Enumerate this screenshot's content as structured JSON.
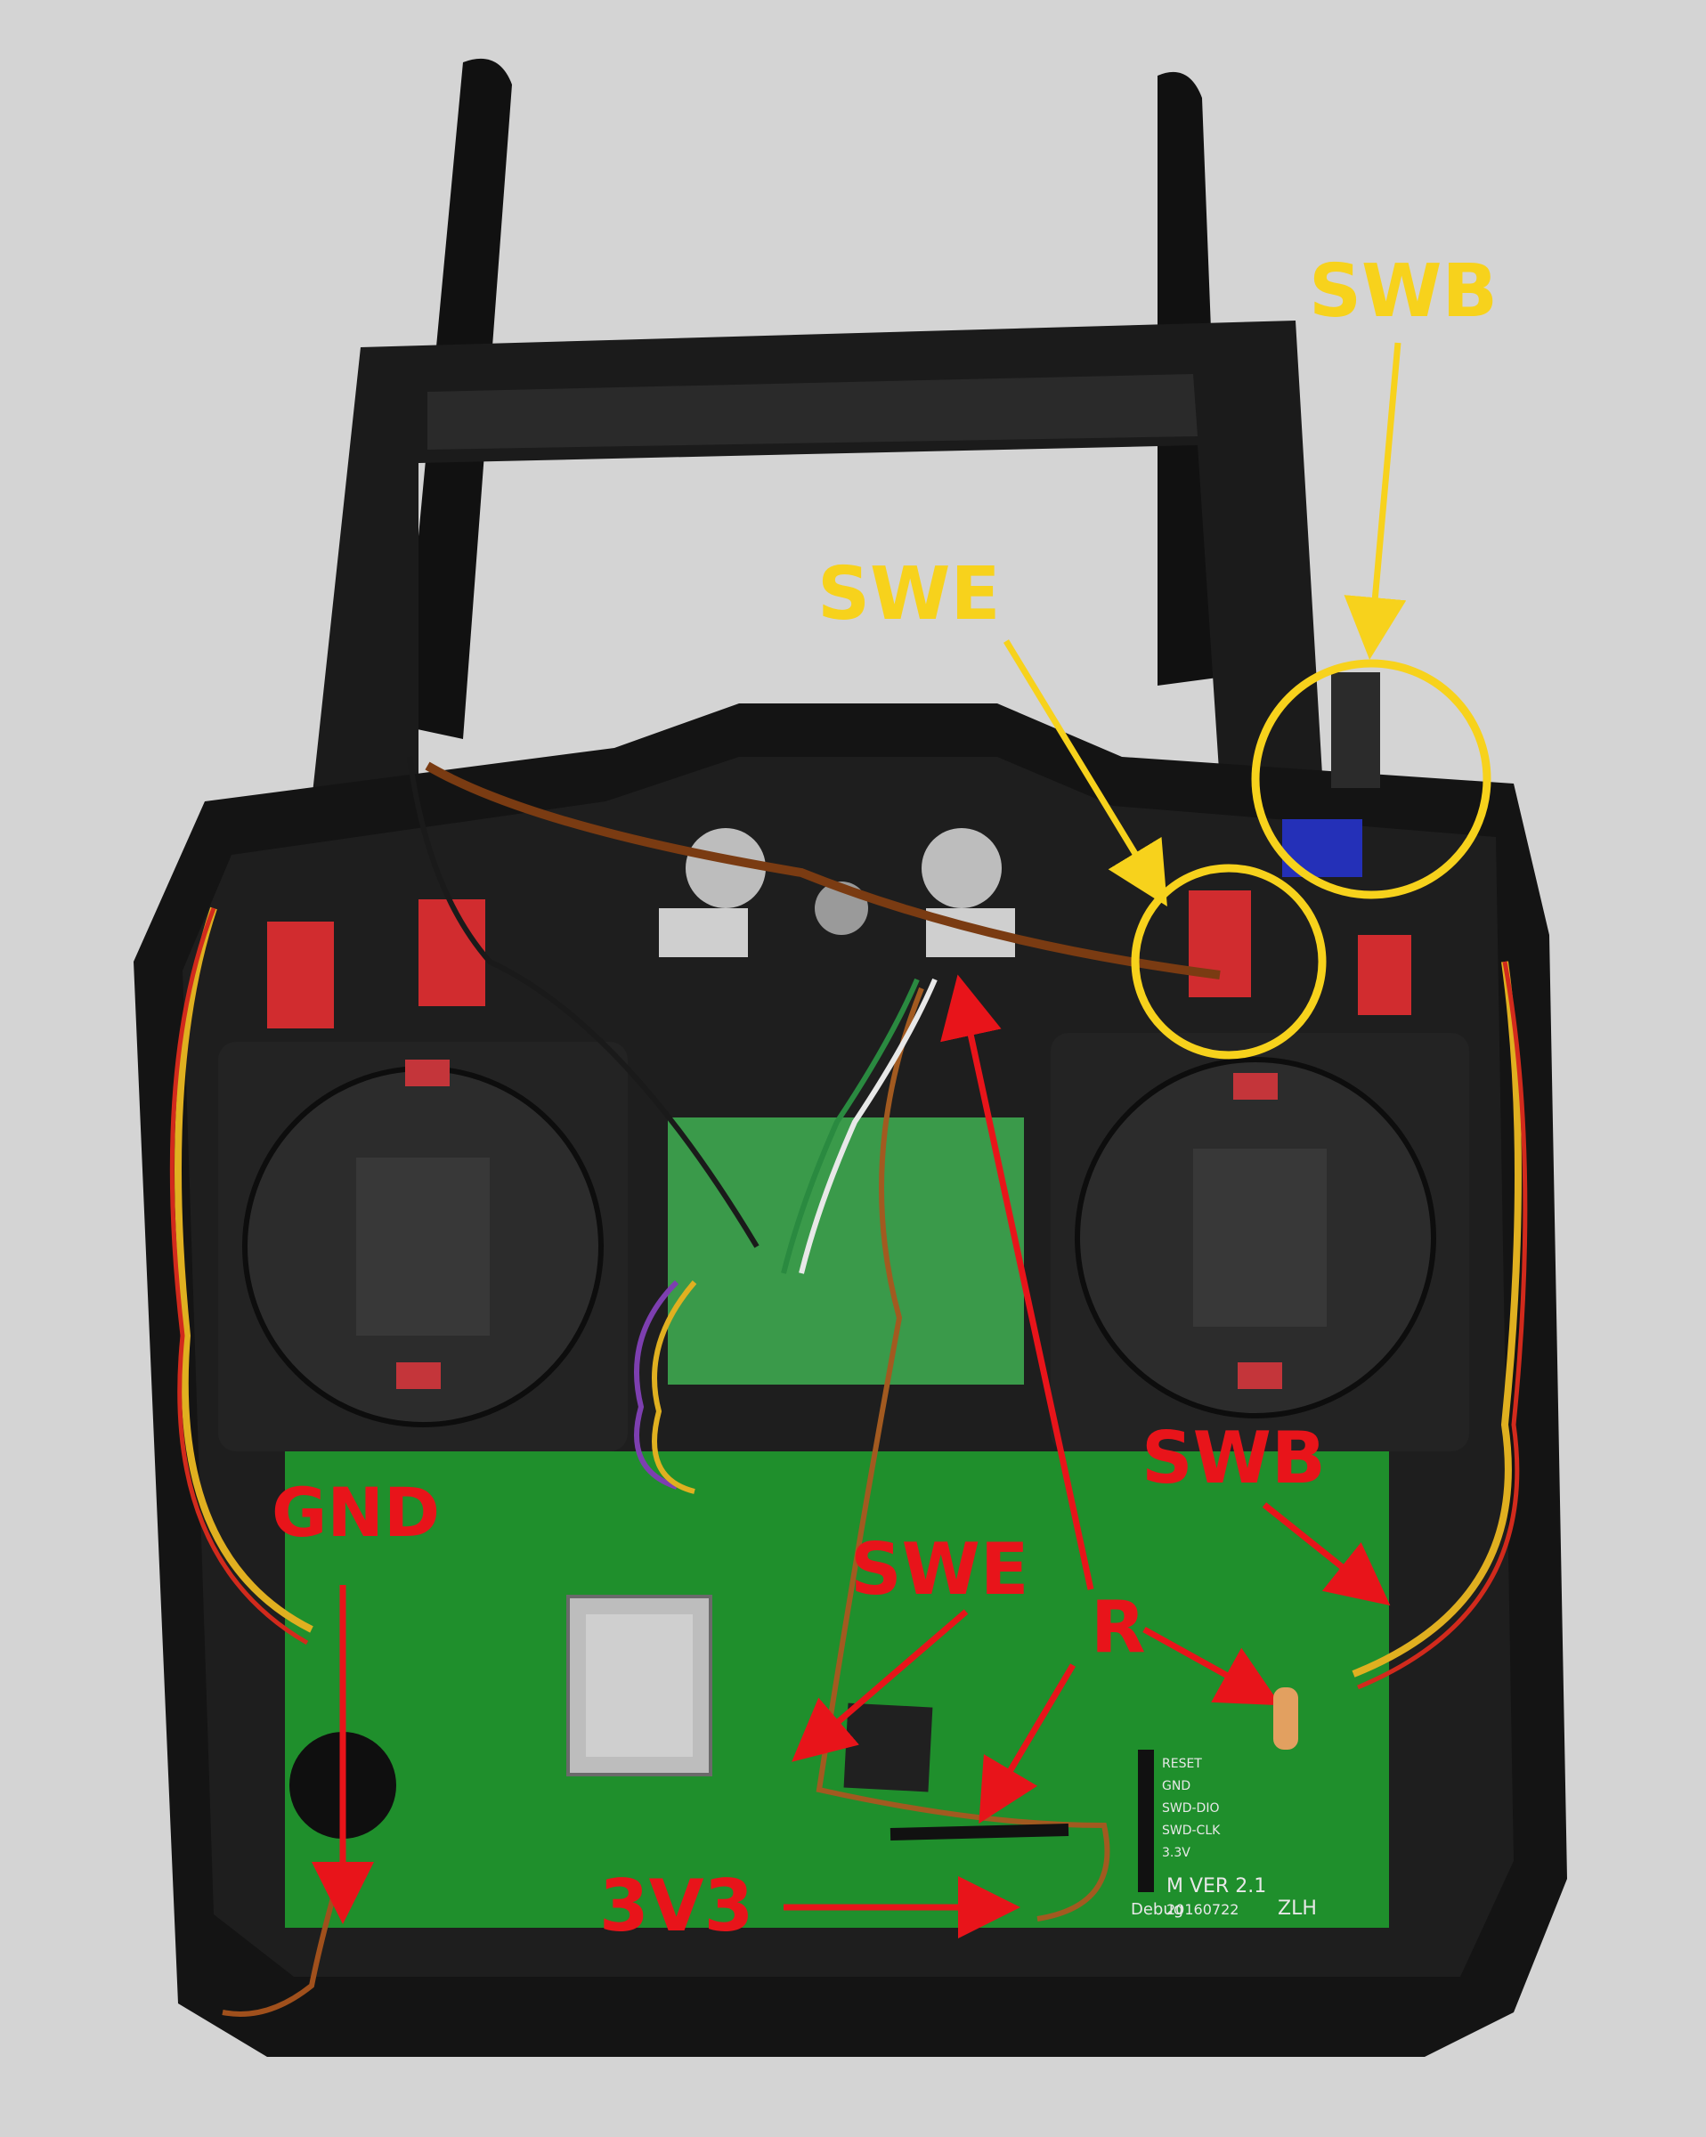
{
  "labels": {
    "swb_top": "SWB",
    "swe_top": "SWE",
    "gnd": "GND",
    "swb_board": "SWB",
    "swe_board": "SWE",
    "r": "R",
    "v33": "3V3"
  },
  "board_print": {
    "version": "M VER 2.1",
    "date": "20160722",
    "initials": "ZLH",
    "debug": "Debug",
    "pins": [
      "RESET",
      "GND",
      "SWD-DIO",
      "SWD-CLK",
      "3.3V"
    ]
  },
  "colors": {
    "annotation_yellow": "#f7d21c",
    "annotation_red": "#e8141a",
    "pcb_green": "#1f8f2c",
    "case_black": "#141414"
  }
}
